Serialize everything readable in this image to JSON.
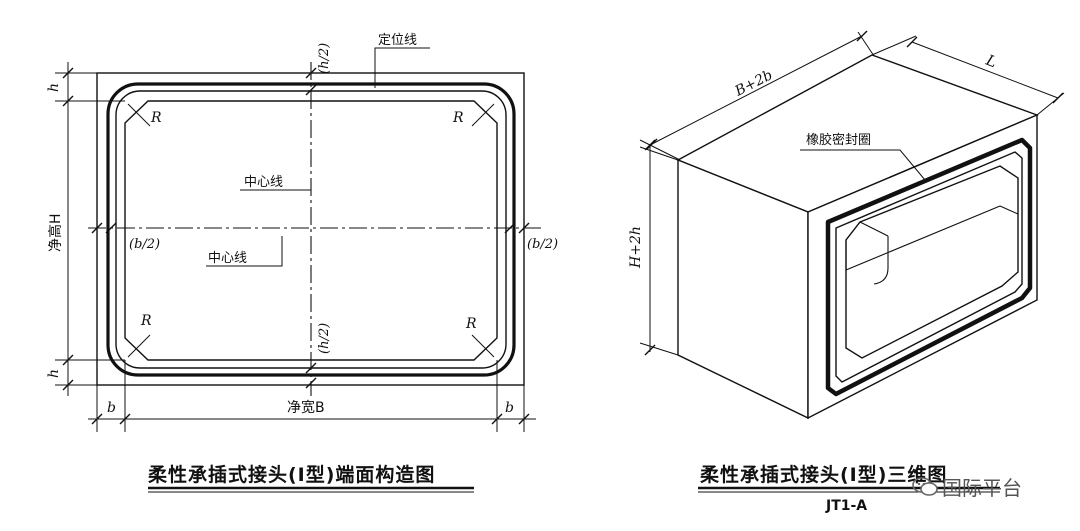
{
  "left_diagram": {
    "caption": "柔性承插式接头(Ⅰ型)端面构造图",
    "labels": {
      "locating_line": "定位线",
      "center_line_v": "中心线",
      "center_line_h": "中心线",
      "clear_height": "净高H",
      "clear_width": "净宽B",
      "half_h_top": "(h/2)",
      "half_h_bottom": "(h/2)",
      "half_b_left": "(b/2)",
      "half_b_right": "(b/2)",
      "h_top": "h",
      "h_bottom": "h",
      "b_left": "b",
      "b_right": "b",
      "radius": "R"
    }
  },
  "right_diagram": {
    "caption": "柔性承插式接头(Ⅰ型)三维图",
    "labels": {
      "width_dim": "B+2b",
      "length_dim": "L",
      "height_dim": "H+2h",
      "rubber_ring": "橡胶密封圈"
    }
  },
  "drawing_code": "JT1-A",
  "watermark": "国际平台"
}
